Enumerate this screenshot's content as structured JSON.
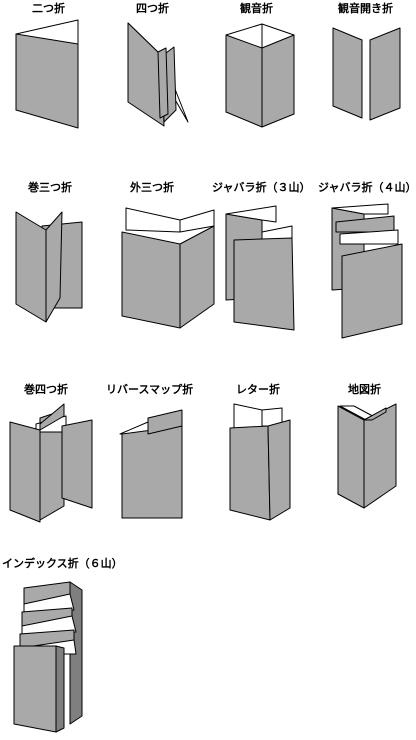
{
  "colors": {
    "fill": "#a9a9a9",
    "dark": "#7f7f7f",
    "paper": "#ffffff",
    "line": "#000000"
  },
  "folds": [
    {
      "id": "two-fold",
      "label": "二つ折"
    },
    {
      "id": "four-fold",
      "label": "四つ折"
    },
    {
      "id": "gate-fold",
      "label": "観音折"
    },
    {
      "id": "open-gate-fold",
      "label": "観音開き折"
    },
    {
      "id": "roll-tri-fold",
      "label": "巻三つ折"
    },
    {
      "id": "outer-tri-fold",
      "label": "外三つ折"
    },
    {
      "id": "accordion-3",
      "label": "ジャバラ折（３山）"
    },
    {
      "id": "accordion-4",
      "label": "ジャバラ折（４山）"
    },
    {
      "id": "roll-four-fold",
      "label": "巻四つ折"
    },
    {
      "id": "reverse-map-fold",
      "label": "リバースマップ折"
    },
    {
      "id": "letter-fold",
      "label": "レター折"
    },
    {
      "id": "map-fold",
      "label": "地図折"
    },
    {
      "id": "index-fold-6",
      "label": "インデックス折（６山）"
    }
  ]
}
